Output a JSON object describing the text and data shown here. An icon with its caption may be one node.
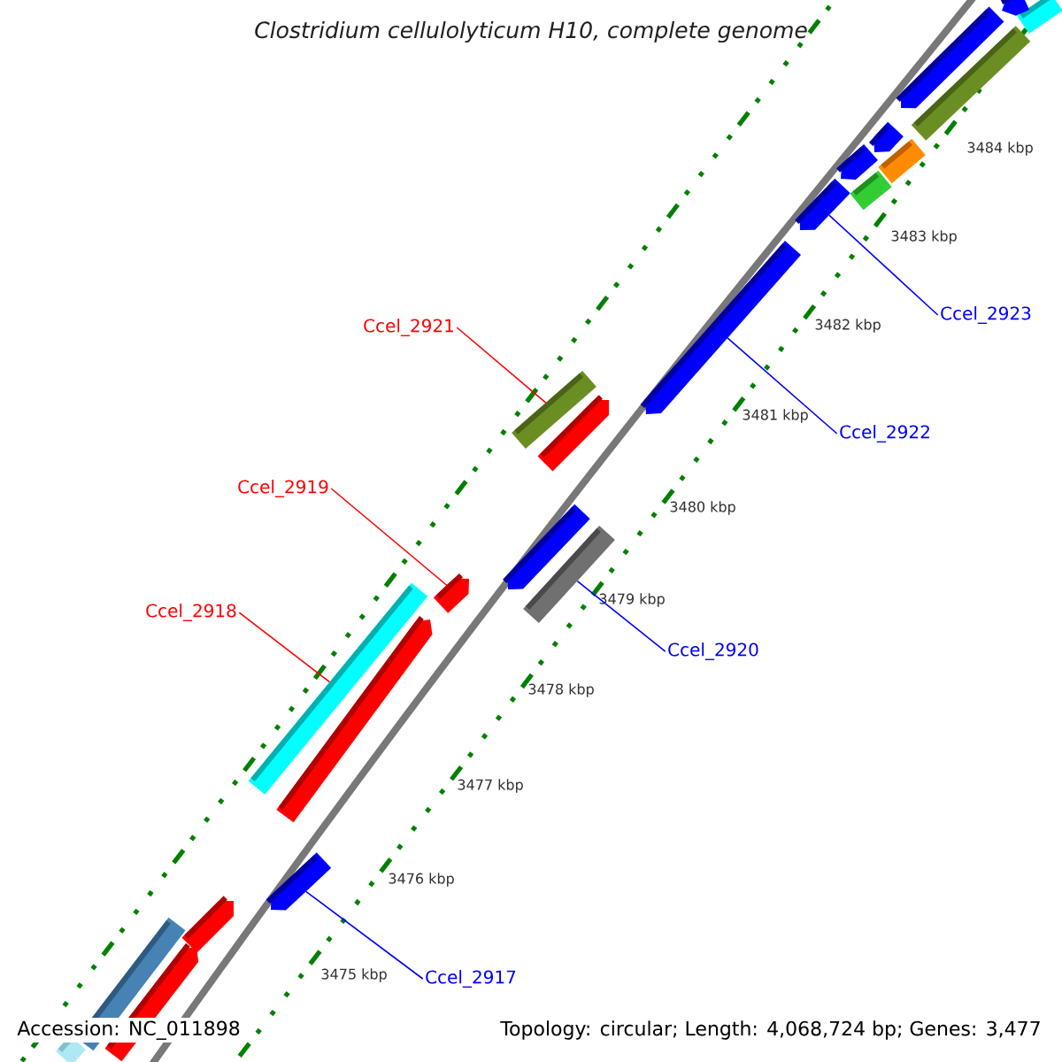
{
  "diagram": {
    "title": "Clostridium cellulolyticum H10, complete genome",
    "nodes": [
      {
        "text": [],
        "shape": "bar"
      },
      {
        "text": [],
        "shape": "arrow"
      },
      {
        "text": [],
        "shape": "arrow"
      },
      {
        "text": [],
        "shape": "bar"
      },
      {
        "text": [],
        "shape": "arrow"
      },
      {
        "text": [],
        "shape": "arrow"
      },
      {
        "text": [],
        "shape": "bar"
      },
      {
        "text": [],
        "shape": "bar"
      },
      {
        "text": [],
        "shape": "arrow"
      },
      {
        "text": [],
        "shape": "arrow"
      },
      {
        "text": [],
        "shape": "bar"
      },
      {
        "text": [],
        "shape": "arrow"
      },
      {
        "text": [],
        "shape": "arrow"
      },
      {
        "text": [],
        "shape": "bar"
      },
      {
        "text": [],
        "shape": "arrow"
      },
      {
        "text": [],
        "shape": "bar"
      },
      {
        "text": [],
        "shape": "arrow"
      },
      {
        "text": [],
        "shape": "arrow"
      },
      {
        "text": [],
        "shape": "arrow"
      },
      {
        "text": [],
        "shape": "bar"
      },
      {
        "text": [],
        "shape": "arrow"
      },
      {
        "text": [],
        "shape": "bar"
      },
      {
        "text": [
          "Ccel_2923"
        ]
      },
      {
        "text": [
          "Ccel_2921"
        ]
      },
      {
        "text": [
          "Ccel_2922"
        ]
      },
      {
        "text": [
          "Ccel_2919"
        ]
      },
      {
        "text": [
          "Ccel_2918"
        ]
      },
      {
        "text": [
          "Ccel_2920"
        ]
      },
      {
        "text": [
          "Ccel_2917"
        ]
      }
    ],
    "edges": [
      {
        "from": 22,
        "to": 8,
        "arrow": "none"
      },
      {
        "from": 23,
        "to": 10,
        "arrow": "none",
        "color": "#ff0000"
      },
      {
        "from": 24,
        "to": 9,
        "arrow": "none"
      },
      {
        "from": 25,
        "to": 14,
        "arrow": "none",
        "color": "#ff0000"
      },
      {
        "from": 26,
        "to": 15,
        "arrow": "none",
        "color": "#ff0000"
      },
      {
        "from": 27,
        "to": 13,
        "arrow": "none"
      },
      {
        "from": 28,
        "to": 17,
        "arrow": "none"
      }
    ],
    "labels": [
      "3484 kbp",
      "3483 kbp",
      "3482 kbp",
      "3481 kbp",
      "3480 kbp",
      "3479 kbp",
      "3478 kbp",
      "3477 kbp",
      "3476 kbp",
      "3475 kbp",
      "Accession: NC_011898",
      "Topology: circular; Length: 4,068,724 bp; Genes: 3,477"
    ]
  }
}
